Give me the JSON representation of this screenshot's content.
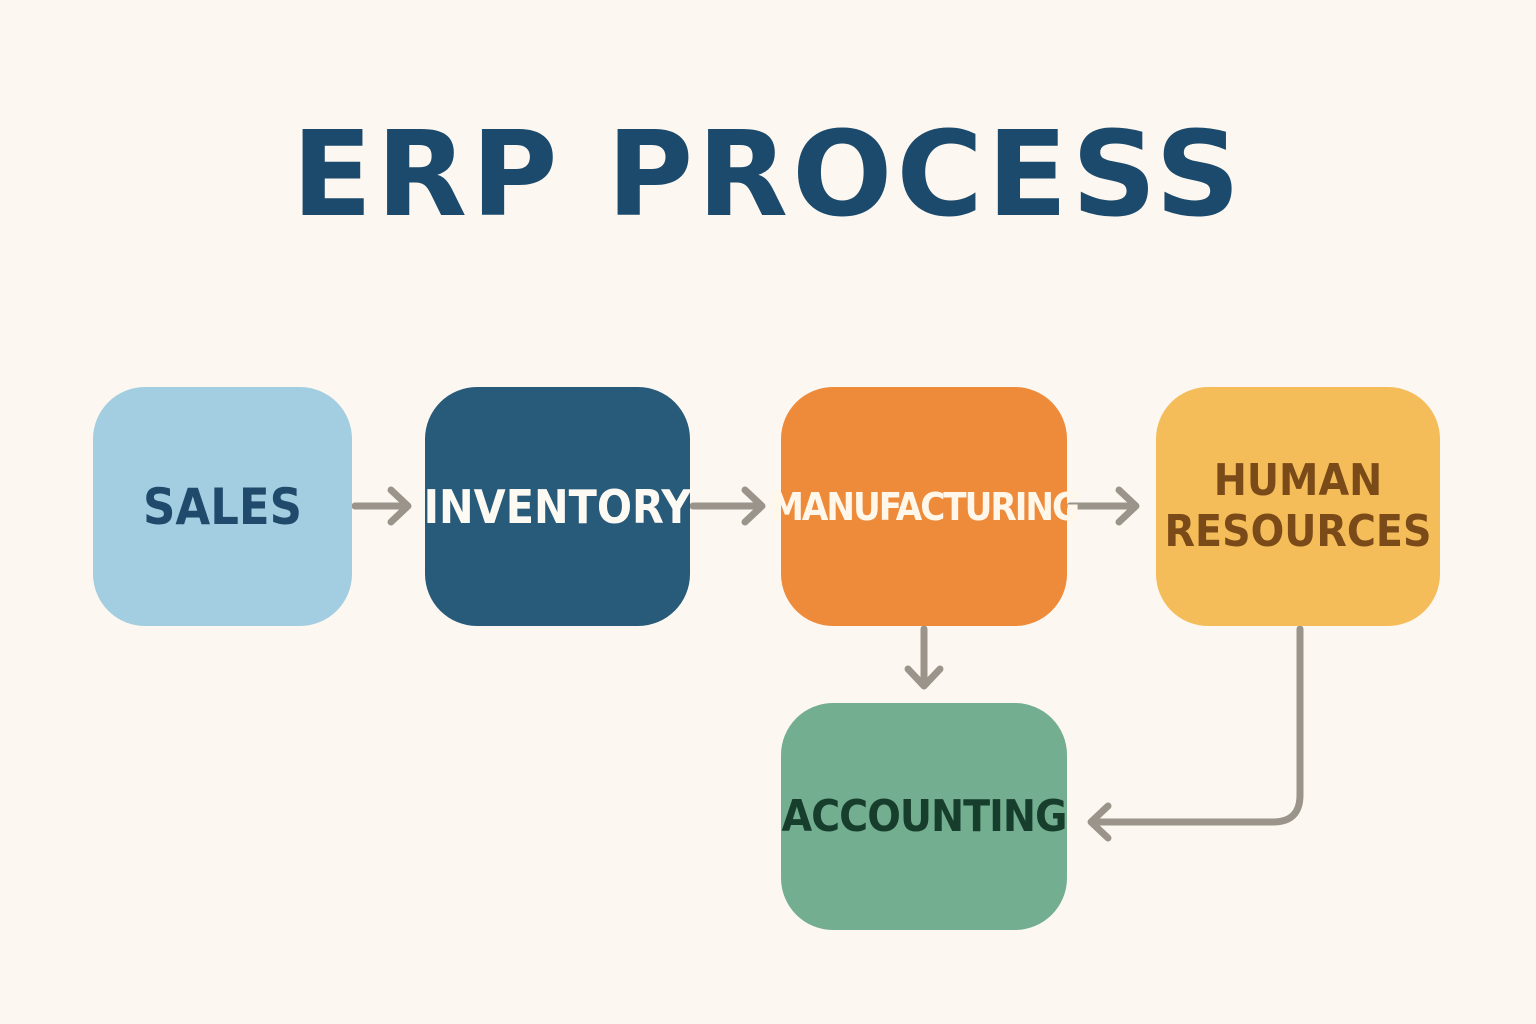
{
  "title": "ERP PROCESS",
  "nodes": {
    "sales": {
      "label": "SALES",
      "color": "#a3cde0"
    },
    "inventory": {
      "label": "INVENTORY",
      "color": "#285a7a"
    },
    "manufacturing": {
      "label": "MANUFACTURING",
      "color": "#ee8b3b"
    },
    "human_resources": {
      "label_line1": "HUMAN",
      "label_line2": "RESOURCES",
      "color": "#f4bd5a"
    },
    "accounting": {
      "label": "ACCOUNTING",
      "color": "#72ae8f"
    }
  },
  "edges": [
    {
      "from": "sales",
      "to": "inventory"
    },
    {
      "from": "inventory",
      "to": "manufacturing"
    },
    {
      "from": "manufacturing",
      "to": "human_resources"
    },
    {
      "from": "manufacturing",
      "to": "accounting"
    },
    {
      "from": "human_resources",
      "to": "accounting"
    }
  ],
  "arrow_color": "#9a948b"
}
